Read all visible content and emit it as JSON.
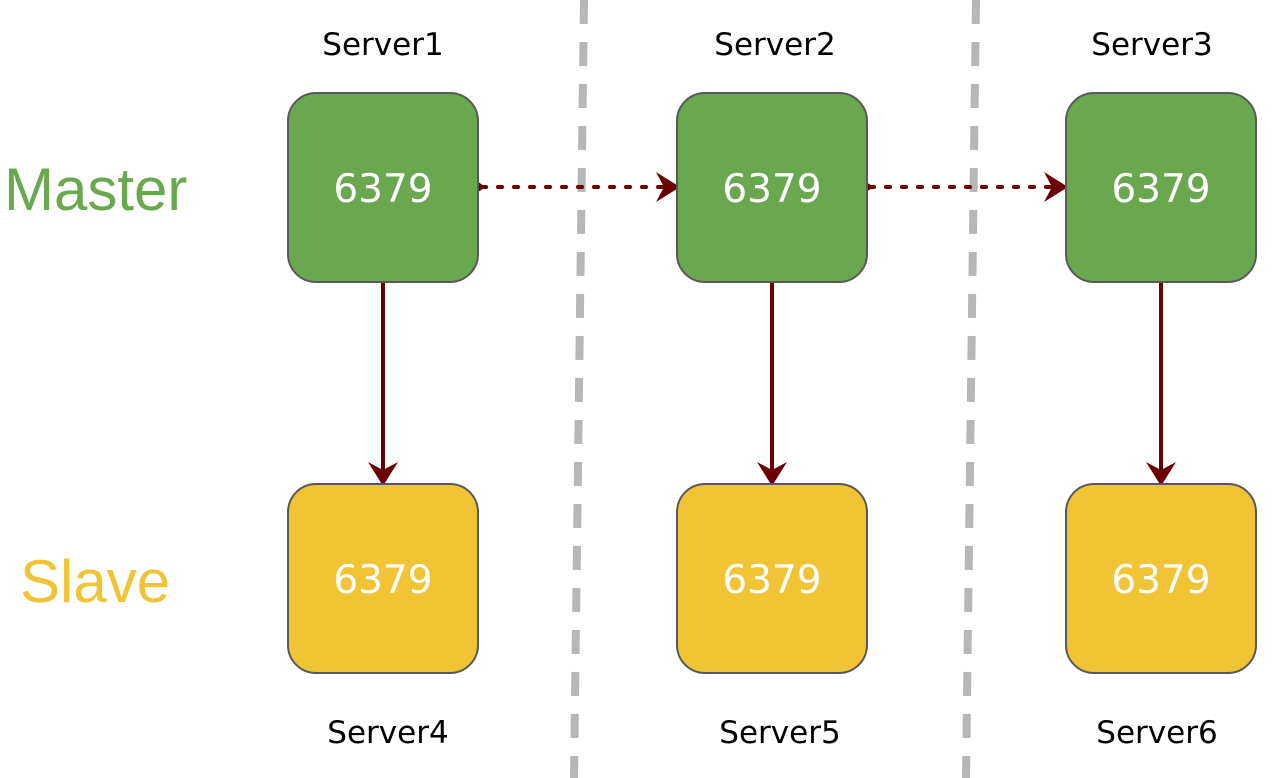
{
  "roles": {
    "master": "Master",
    "slave": "Slave"
  },
  "servers": {
    "server1": "Server1",
    "server2": "Server2",
    "server3": "Server3",
    "server4": "Server4",
    "server5": "Server5",
    "server6": "Server6"
  },
  "nodes": {
    "master1": "6379",
    "master2": "6379",
    "master3": "6379",
    "slave1": "6379",
    "slave2": "6379",
    "slave3": "6379"
  },
  "colors": {
    "master_fill": "#6aa84f",
    "master_text": "#6aa84f",
    "slave_fill": "#f0c434",
    "slave_text": "#f0c434",
    "node_border": "#595959",
    "arrow": "#6b0000",
    "divider": "#b7b7b7"
  }
}
